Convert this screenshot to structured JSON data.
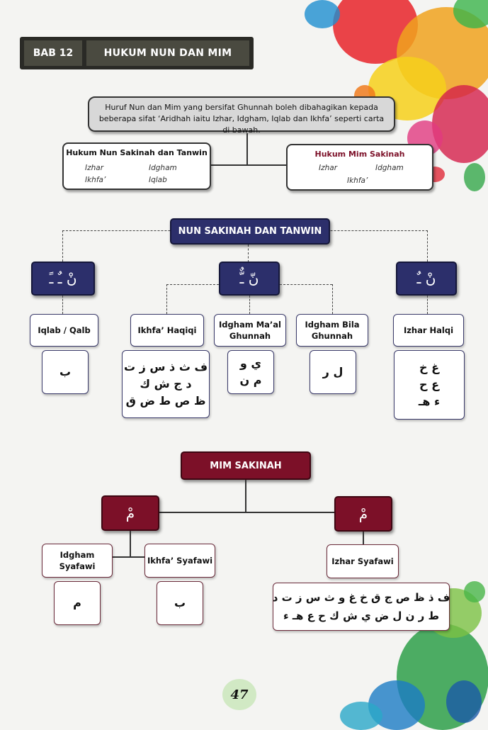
{
  "header": {
    "chapter": "BAB 12",
    "title": "HUKUM NUN DAN MIM"
  },
  "intro": {
    "text": "Huruf Nun dan Mim yang bersifat Ghunnah boleh dibahagikan kepada beberapa sifat ‘Aridhah iaitu Izhar, Idgham, Iqlab dan Ikhfa’ seperti carta di bawah."
  },
  "summary": {
    "nun": {
      "title": "Hukum Nun Sakinah dan Tanwin",
      "items": [
        "Izhar",
        "Idgham",
        "Ikhfa’",
        "Iqlab"
      ]
    },
    "mim": {
      "title": "Hukum Mim Sakinah",
      "items": [
        "Izhar",
        "Idgham",
        "Ikhfa’"
      ]
    }
  },
  "nun_section": {
    "title": "NUN SAKINAH DAN TANWIN",
    "symbols": {
      "left": "نْ  ـٌ ـً",
      "center": "نّ  ـٌّ",
      "right": "نْ  ـٌ"
    },
    "categories": [
      {
        "label": "Iqlab / Qalb",
        "letters": [
          "ب"
        ]
      },
      {
        "label": "Ikhfa’ Haqiqi",
        "letters": [
          "ف ث ذ س ز ت",
          "د ج ش ك",
          "ظ ص ط ض ق"
        ]
      },
      {
        "label": "Idgham Ma’al Ghunnah",
        "letters": [
          "ي و",
          "م ن"
        ]
      },
      {
        "label": "Idgham Bila Ghunnah",
        "letters": [
          "ل ر"
        ]
      },
      {
        "label": "Izhar Halqi",
        "letters": [
          "غ خ",
          "ع ح",
          "ء هـ"
        ]
      }
    ]
  },
  "mim_section": {
    "title": "MIM SAKINAH",
    "symbols": {
      "left": "مْ",
      "right": "مْ"
    },
    "categories": [
      {
        "label": "Idgham Syafawi",
        "letters": [
          "م"
        ]
      },
      {
        "label": "Ikhfa’ Syafawi",
        "letters": [
          "ب"
        ]
      },
      {
        "label": "Izhar Syafawi",
        "letters": [
          "ف ذ ظ ص ج ق خ غ و ث س ز ت د",
          "ط ر ن ل ض ي ش ك ح ع هـ ء"
        ]
      }
    ]
  },
  "page_number": "47",
  "colors": {
    "navy": "#2c2f6b",
    "maroon": "#7c1028",
    "header": "#4a4a40"
  }
}
